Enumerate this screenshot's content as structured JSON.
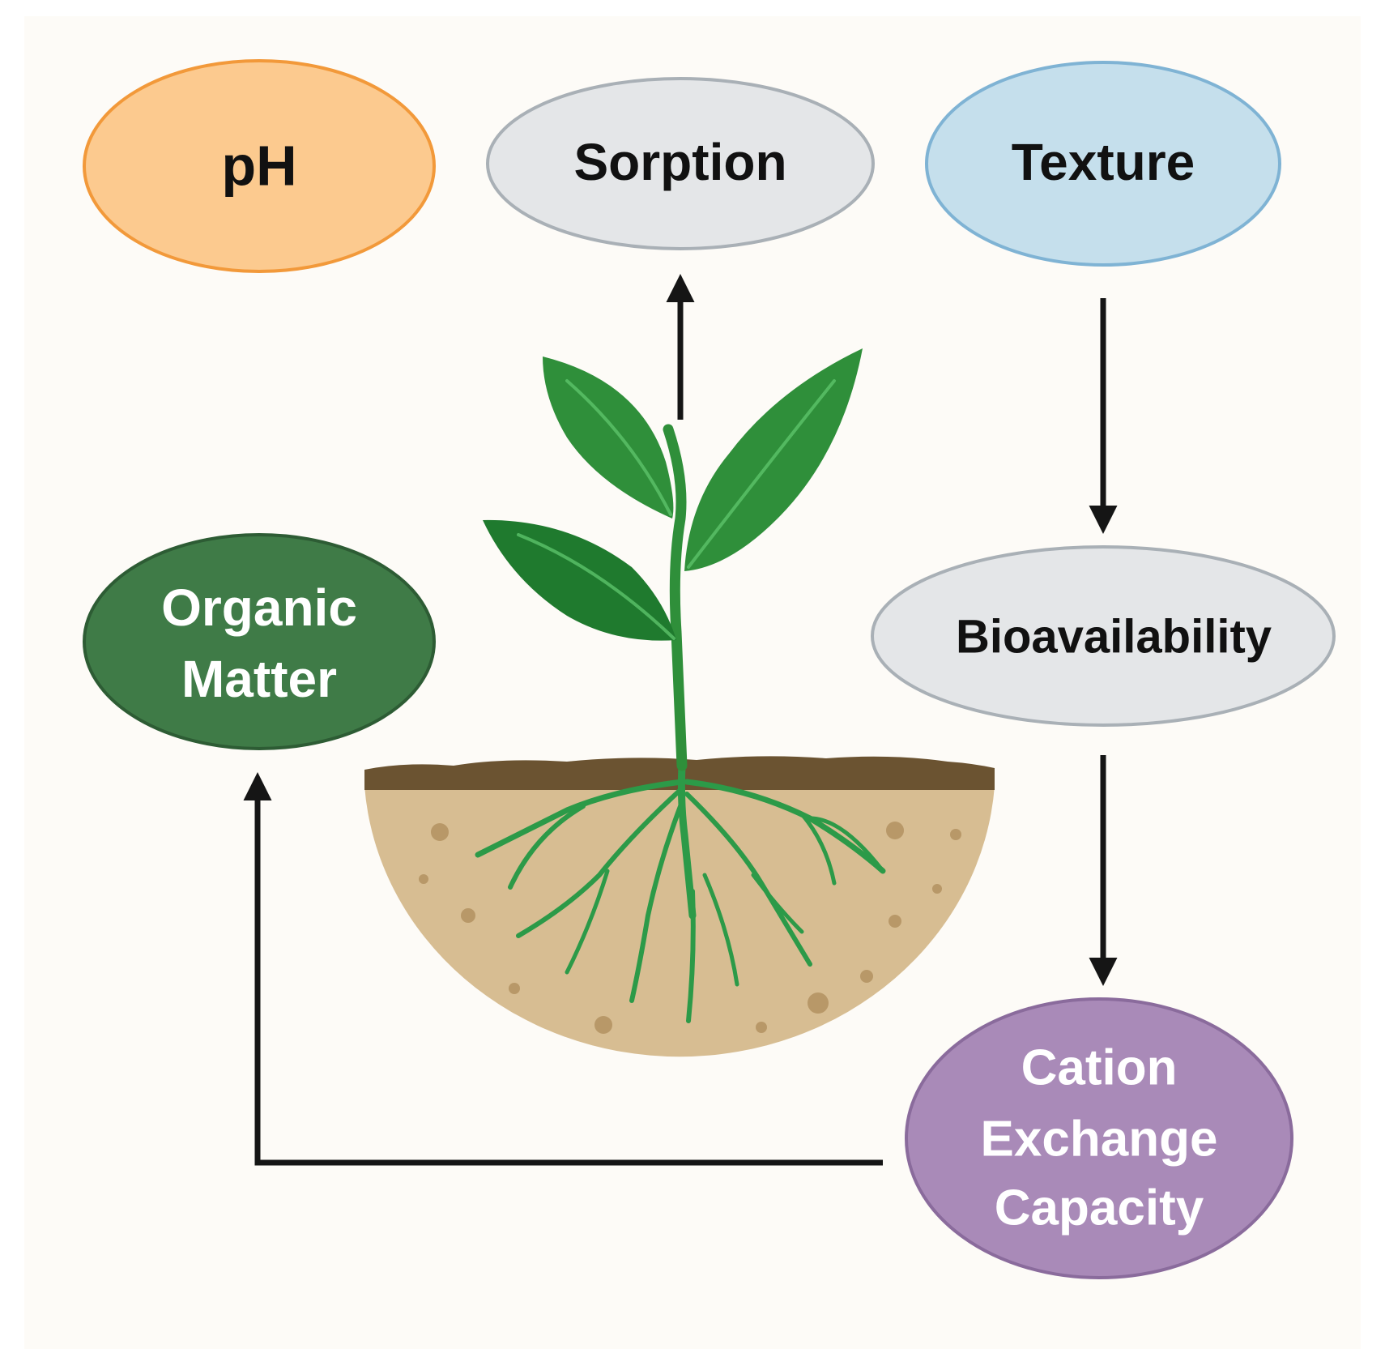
{
  "colors": {
    "background": "#fdfbf7",
    "arrow": "#151515",
    "leaf": "#2f8f3a",
    "leaf_dark": "#1f6e2a",
    "root": "#2c9a48",
    "soil": "#d7bd92",
    "soil_top": "#6b5331",
    "soil_dot": "#b89868"
  },
  "nodes": {
    "ph": {
      "label": "pH",
      "fill": "#fcca8f",
      "stroke": "#f2993a",
      "text_color": "#111111"
    },
    "sorption": {
      "label": "Sorption",
      "fill": "#e4e6e8",
      "stroke": "#a9b0b6",
      "text_color": "#111111"
    },
    "texture": {
      "label": "Texture",
      "fill": "#c5dfec",
      "stroke": "#7fb3d4",
      "text_color": "#111111"
    },
    "organic_matter": {
      "lines": [
        "Organic",
        "Matter"
      ],
      "fill": "#3f7b47",
      "stroke": "#2d5c34",
      "text_color": "#ffffff"
    },
    "bioavailability": {
      "label": "Bioavailability",
      "fill": "#e4e6e8",
      "stroke": "#a9b0b6",
      "text_color": "#111111"
    },
    "cation_exchange_capacity": {
      "lines": [
        "Cation",
        "Exchange",
        "Capacity"
      ],
      "fill": "#a98ab8",
      "stroke": "#8a6b9c",
      "text_color": "#ffffff"
    }
  }
}
